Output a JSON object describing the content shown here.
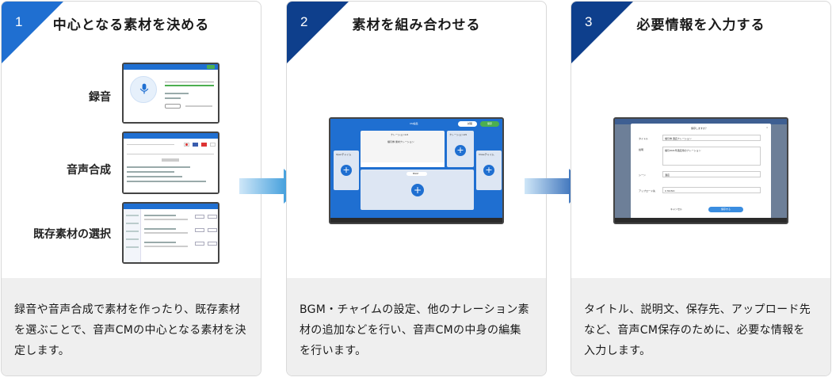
{
  "colors": {
    "accent": "#1f6fd1",
    "corner_dark": "#0e3f8c",
    "desc_bg": "#efefef",
    "arrow_start": "#cfe7f8",
    "arrow_end": "#1587d3"
  },
  "steps": [
    {
      "number": "1",
      "title": "中心となる素材を決める",
      "labels": [
        "録音",
        "音声合成",
        "既存素材の選択"
      ],
      "description": "録音や音声合成で素材を作ったり、既存素材を選ぶことで、音声CMの中心となる素材を決定します。"
    },
    {
      "number": "2",
      "title": "素材を組み合わせる",
      "screen": {
        "title": "CM編集",
        "save_button": "保存",
        "preview_button": "試聴",
        "slot_top_label": "ナレーション1/2",
        "slot_top_value": "福引券 素材ナレーション",
        "slot_left_label": "Openチャイム",
        "slot_right_label": "Closeチャイム",
        "slot_right_top_label": "ナレーション2/2",
        "slot_bottom_label": "BGM"
      },
      "description": "BGM・チャイムの設定、他のナレーション素材の追加などを行い、音声CMの中身の編集を行います。"
    },
    {
      "number": "3",
      "title": "必要情報を入力する",
      "screen": {
        "dialog_title": "保存しますか？",
        "field_title_label": "タイトル",
        "field_title_value": "福引券 酒店ナレーション",
        "field_desc_label": "説明",
        "field_desc_value": "福引2021年酒店用のナレーション",
        "field_scene_label": "シーン",
        "field_scene_value": "酒店",
        "field_upload_label": "アップロード先",
        "field_upload_value": "U MUSIC",
        "cancel_button": "キャンセル",
        "save_button": "保存する"
      },
      "description": "タイトル、説明文、保存先、アップロード先など、音声CM保存のために、必要な情報を入力します。"
    }
  ]
}
